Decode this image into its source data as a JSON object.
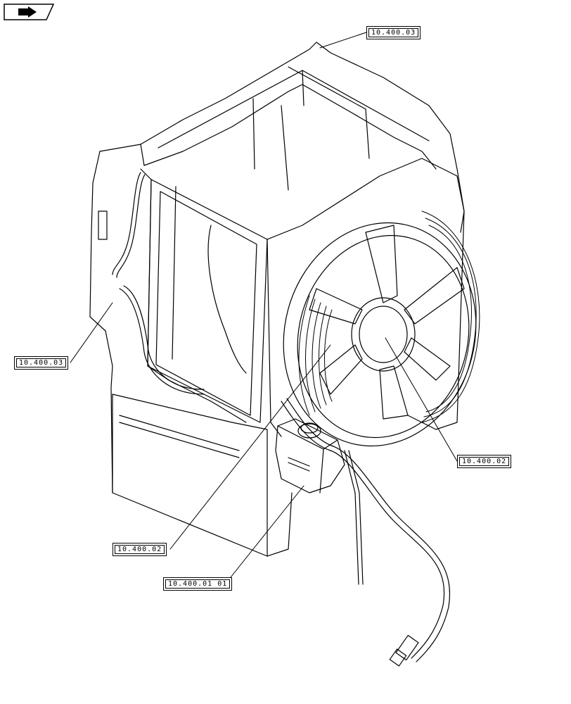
{
  "navigation": {
    "icon": "return-arrow-icon"
  },
  "callouts": {
    "top": "10.400.03",
    "left": "10.400.03",
    "fan": "10.400.02",
    "bottom_left": "10.400.02",
    "tank": "10.400.01 01"
  },
  "colors": {
    "line": "#000000",
    "background": "#ffffff"
  }
}
